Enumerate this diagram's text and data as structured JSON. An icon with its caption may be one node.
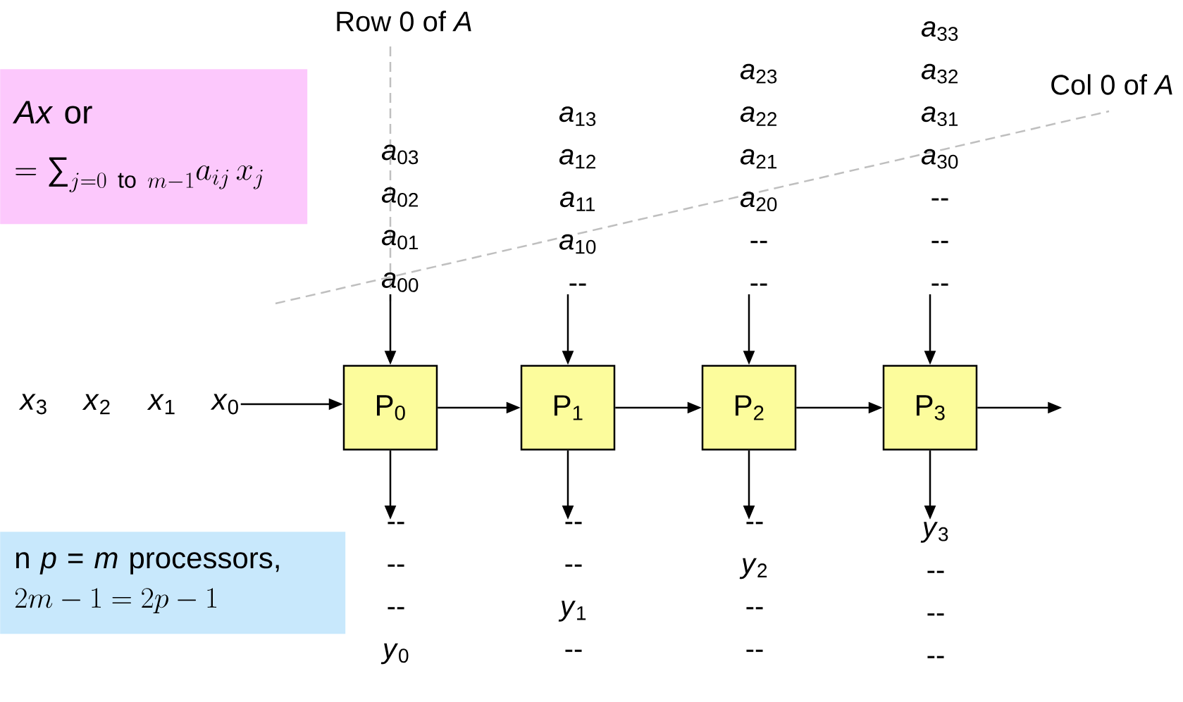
{
  "diagram": {
    "nodes": [
      {
        "text": [
          "*Ax* or",
          "= \\mbox{∑}_{j=0\\ \\mathrm{to}\\ m-1} a_{ij}\\, x_j"
        ]
      },
      {
        "text": [
          "n *p* = *m* processors,",
          "2m - 1 = 2p - 1"
        ]
      },
      {
        "text": [
          "P$_{0}$"
        ]
      },
      {
        "text": [
          "P$_{1}$"
        ]
      },
      {
        "text": [
          "P$_{2}$"
        ]
      },
      {
        "text": [
          "P$_{3}$"
        ]
      },
      {
        "text": [
          "*x*$_{3}$"
        ]
      },
      {
        "text": [
          "*x*$_{2}$"
        ]
      },
      {
        "text": [
          "*x*$_{1}$"
        ]
      },
      {
        "text": [
          "*x*$_{0}$"
        ]
      },
      {
        "text": [
          "*a*$_{03}$",
          "*a*$_{02}$",
          "*a*$_{01}$",
          "*a*$_{00}$"
        ]
      },
      {
        "text": [
          "*a*$_{13}$",
          "*a*$_{12}$",
          "*a*$_{11}$",
          "*a*$_{10}$",
          "--"
        ]
      },
      {
        "text": [
          "*a*$_{23}$",
          "*a*$_{22}$",
          "*a*$_{21}$",
          "*a*$_{20}$",
          "--",
          "--"
        ]
      },
      {
        "text": [
          "*a*$_{33}$",
          "*a*$_{32}$",
          "*a*$_{31}$",
          "*a*$_{30}$",
          "--",
          "--",
          "--"
        ]
      },
      {
        "text": [
          "--",
          "--",
          "--",
          "*y*$_{0}$"
        ]
      },
      {
        "text": [
          "--",
          "--",
          "*y*$_{1}$",
          "--"
        ]
      },
      {
        "text": [
          "--",
          "*y*$_{2}$",
          "--",
          "--"
        ]
      },
      {
        "text": [
          "*y*$_{3}$",
          "--",
          "--",
          "--"
        ]
      }
    ],
    "edges": [
      {
        "from": 9,
        "to": 2,
        "arrow": "to"
      },
      {
        "from": 2,
        "to": 3,
        "arrow": "to"
      },
      {
        "from": 3,
        "to": 4,
        "arrow": "to"
      },
      {
        "from": 4,
        "to": 5,
        "arrow": "to"
      },
      {
        "from": 5,
        "to": null,
        "arrow": "to"
      },
      {
        "from": 10,
        "to": 2,
        "arrow": "to"
      },
      {
        "from": 11,
        "to": 3,
        "arrow": "to"
      },
      {
        "from": 12,
        "to": 4,
        "arrow": "to"
      },
      {
        "from": 13,
        "to": 5,
        "arrow": "to"
      },
      {
        "from": 2,
        "to": 14,
        "arrow": "to"
      },
      {
        "from": 3,
        "to": 15,
        "arrow": "to"
      },
      {
        "from": 4,
        "to": 16,
        "arrow": "to"
      },
      {
        "from": 5,
        "to": 17,
        "arrow": "to"
      }
    ],
    "labels": [
      "Row 0 of *A*",
      "Col 0 of *A*"
    ]
  }
}
